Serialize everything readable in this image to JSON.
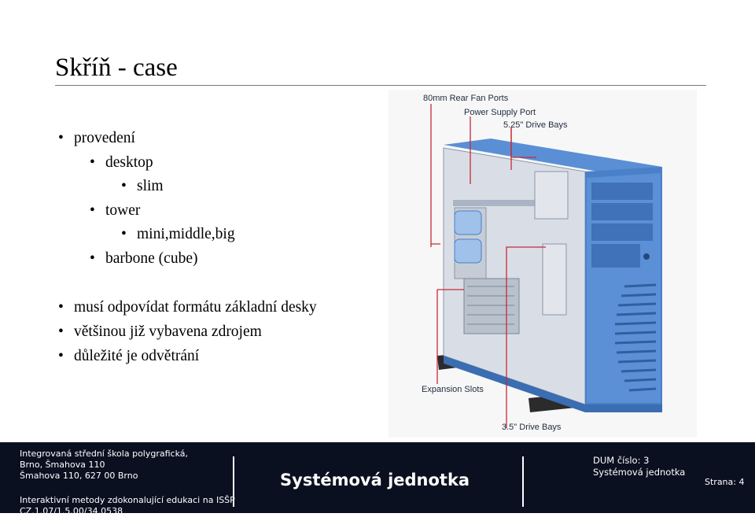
{
  "slide": {
    "title": "Skříň - case",
    "bullets": [
      {
        "text": "provedení",
        "level": 1
      },
      {
        "text": "desktop",
        "level": 2
      },
      {
        "text": "slim",
        "level": 3
      },
      {
        "text": "tower",
        "level": 2
      },
      {
        "text": "mini,middle,big",
        "level": 3
      },
      {
        "text": "barbone (cube)",
        "level": 2
      },
      {
        "text": "musí odpovídat formátu základní desky",
        "level": 1
      },
      {
        "text": "většinou již vybavena zdrojem",
        "level": 1
      },
      {
        "text": "důležité je odvětrání",
        "level": 1
      }
    ]
  },
  "figure": {
    "labels": {
      "rear_fan": "80mm Rear Fan Ports",
      "power_supply": "Power Supply Port",
      "drive_bays_525": "5.25\" Drive Bays",
      "expansion": "Expansion Slots",
      "drive_bays_35": "3.5\" Drive Bays"
    },
    "colors": {
      "case_blue": "#4a80c8",
      "leader_red": "#c8283a"
    }
  },
  "footer": {
    "left_lines": [
      "Integrovaná střední škola polygrafická,",
      "Brno, Šmahova 110",
      "Šmahova 110, 627 00 Brno",
      "Interaktivní metody zdokonalující edukaci na ISŠP",
      "CZ.1.07/1.5.00/34.0538"
    ],
    "center": "Systémová jednotka",
    "right_lines": [
      "DUM číslo: 3",
      "Systémová jednotka"
    ],
    "page": "Strana: 4",
    "bg": "#0b1021"
  }
}
